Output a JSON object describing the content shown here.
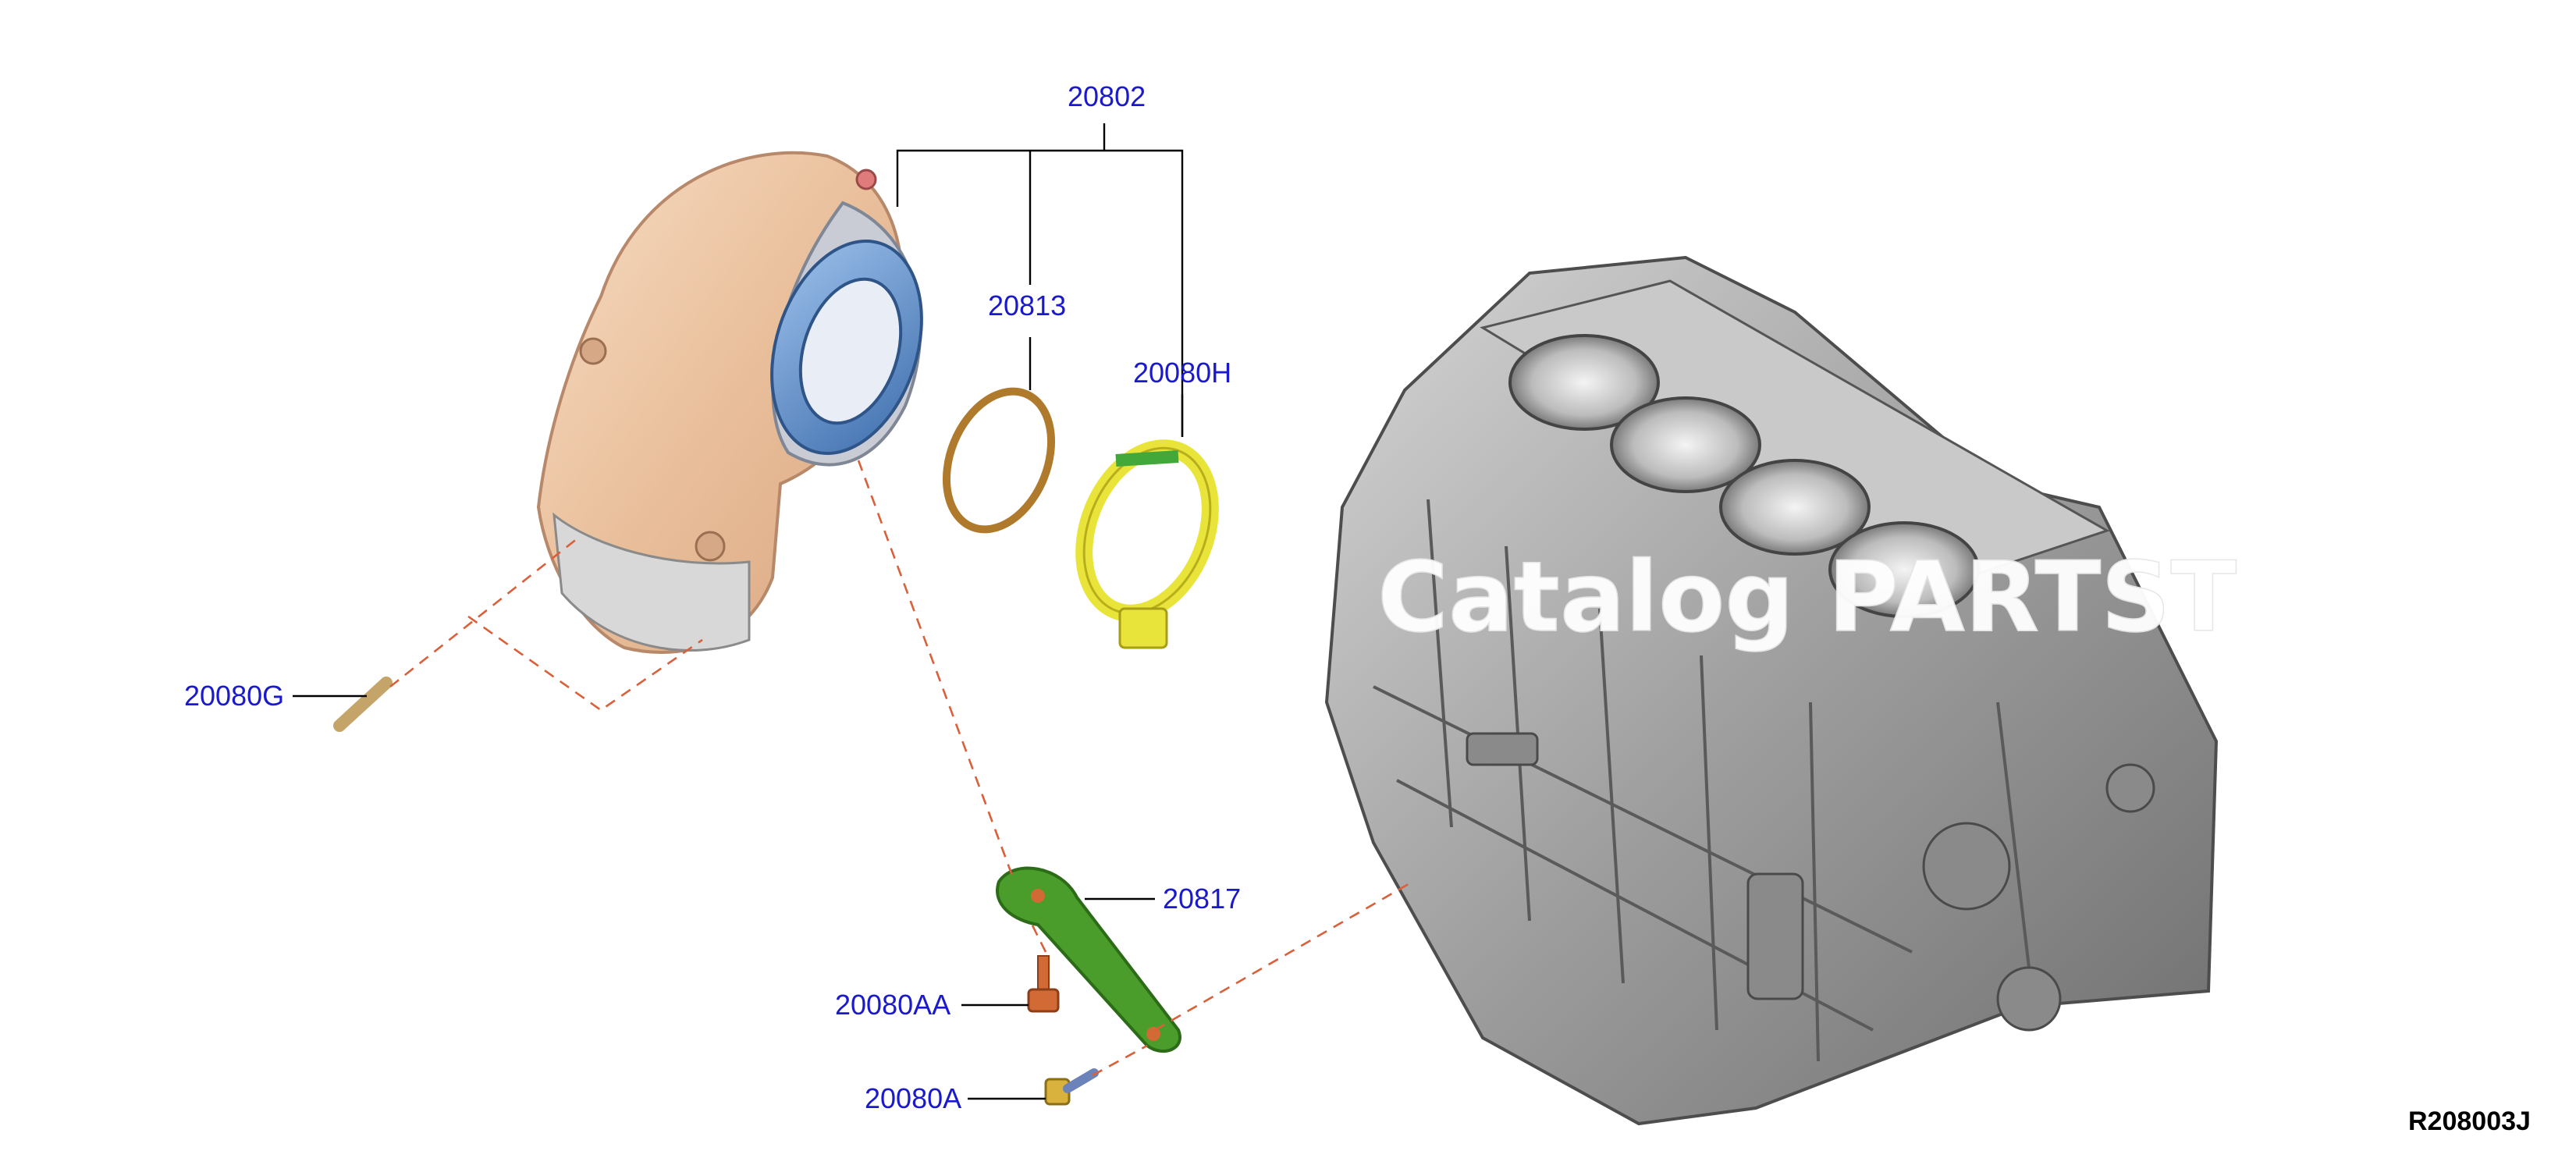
{
  "diagram": {
    "parts": [
      {
        "id": "p-20802",
        "label": "20802"
      },
      {
        "id": "p-20813",
        "label": "20813"
      },
      {
        "id": "p-20080H",
        "label": "20080H"
      },
      {
        "id": "p-20080G",
        "label": "20080G"
      },
      {
        "id": "p-20817",
        "label": "20817"
      },
      {
        "id": "p-20080AA",
        "label": "20080AA"
      },
      {
        "id": "p-20080A",
        "label": "20080A"
      }
    ],
    "diagram_id": "R208003J",
    "watermark": "Catalog PARTST"
  },
  "colors": {
    "callout": "#1a1acc",
    "dashed_leader": "#d9603a",
    "heat_shield": "#f0c9a8",
    "converter_flange": "#6f95c8",
    "gasket_ring": "#b07a2c",
    "clamp": "#e9e43a",
    "bracket": "#4a9d2a",
    "bolt_aa": "#d26a35",
    "bolt_a": "#d8b23c",
    "engine_block": "#a6a6a6"
  }
}
